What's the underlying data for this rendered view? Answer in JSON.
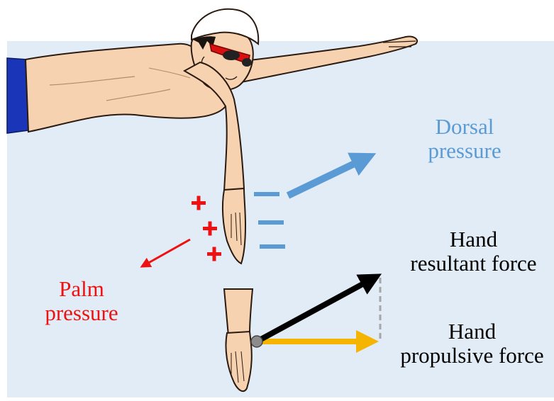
{
  "colors": {
    "water": "#e1ecf6",
    "skin": "#f6d2b0",
    "skin_outline": "#2a1a10",
    "cap": "#ffffff",
    "trunks": "#1a35b8",
    "goggles": "#d81010",
    "dorsal_blue": "#5b9bd5",
    "palm_red": "#ee1111",
    "resultant_black": "#000000",
    "propulsive_yellow": "#f4b400",
    "guide_gray": "#a6a6a6",
    "joint_gray": "#8c8c8c"
  },
  "labels": {
    "dorsal": [
      "Dorsal",
      "pressure"
    ],
    "palm": [
      "Palm",
      "pressure"
    ],
    "resultant": [
      "Hand",
      "resultant force"
    ],
    "propulsive": [
      "Hand",
      "propulsive force"
    ]
  },
  "symbols": {
    "plus": "+",
    "minus": "–"
  }
}
